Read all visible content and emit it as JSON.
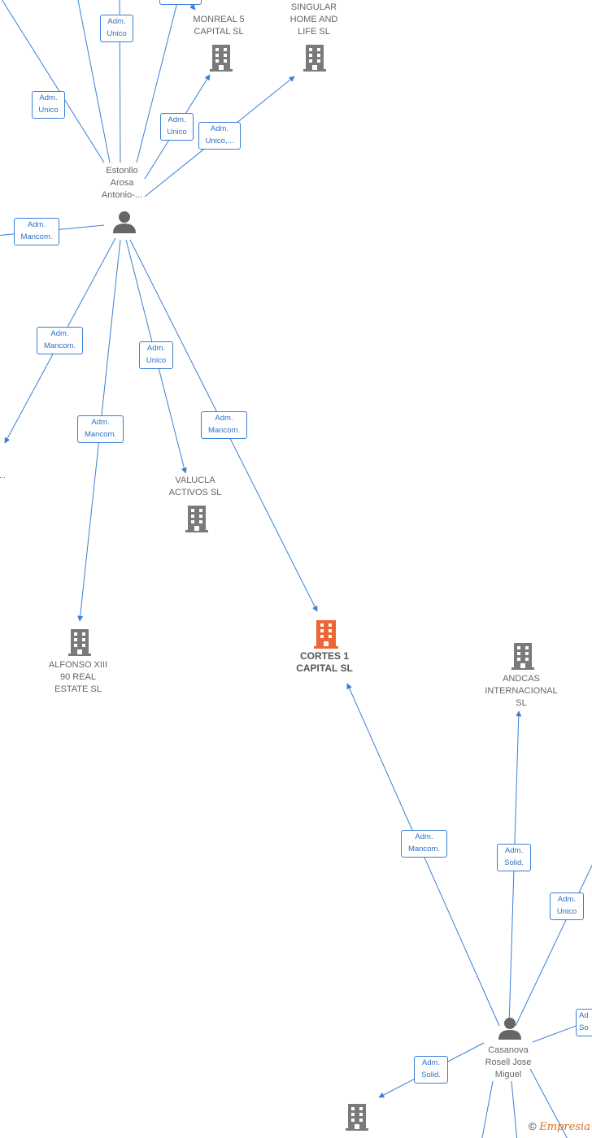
{
  "colors": {
    "edge": "#3a7fd5",
    "company_icon": "#7a7a7a",
    "focus_icon": "#f06535",
    "person_icon": "#666666"
  },
  "nodes": [
    {
      "id": "monreal",
      "type": "company",
      "label": "MONREAL 5\nCAPITAL  SL"
    },
    {
      "id": "singular",
      "type": "company",
      "label": "SINGULAR\nHOME AND\nLIFE  SL"
    },
    {
      "id": "estonllo",
      "type": "person",
      "label": "Estonllo\nArosa\nAntonio-..."
    },
    {
      "id": "valucla",
      "type": "company",
      "label": "VALUCLA\nACTIVOS  SL"
    },
    {
      "id": "alfonso",
      "type": "company",
      "label": "ALFONSO XIII\n90 REAL\nESTATE  SL"
    },
    {
      "id": "cortes",
      "type": "company-focus",
      "label": "CORTES 1\nCAPITAL  SL"
    },
    {
      "id": "andcas",
      "type": "company",
      "label": "ANDCAS\nINTERNACIONAL\nSL"
    },
    {
      "id": "casanova",
      "type": "person",
      "label": "Casanova\nRosell Jose\nMiguel"
    },
    {
      "id": "bottom_company",
      "type": "company",
      "label": ""
    }
  ],
  "edge_labels": [
    {
      "id": "e1",
      "text": "Adm.\nUnico"
    },
    {
      "id": "e2",
      "text": "Adm.\nUnico"
    },
    {
      "id": "e3",
      "text": "Adm.\nUnico"
    },
    {
      "id": "e4",
      "text": "Adm.\nUnico,..."
    },
    {
      "id": "e5",
      "text": "Adm.\nMancom."
    },
    {
      "id": "e6",
      "text": "Adm.\nMancom."
    },
    {
      "id": "e7",
      "text": "Adm.\nUnico"
    },
    {
      "id": "e8",
      "text": "Adm.\nMancom."
    },
    {
      "id": "e9",
      "text": "Adm.\nMancom."
    },
    {
      "id": "e10",
      "text": "Adm.\nMancom."
    },
    {
      "id": "e11",
      "text": "Adm.\nSolid."
    },
    {
      "id": "e12",
      "text": "Adm.\nUnico"
    },
    {
      "id": "e13",
      "text": "Adm.\nSolid."
    },
    {
      "id": "e14",
      "text": "Ad\nSo"
    }
  ],
  "partial_label": "...",
  "watermark": {
    "copyright": "©",
    "brand": "Empresia"
  }
}
